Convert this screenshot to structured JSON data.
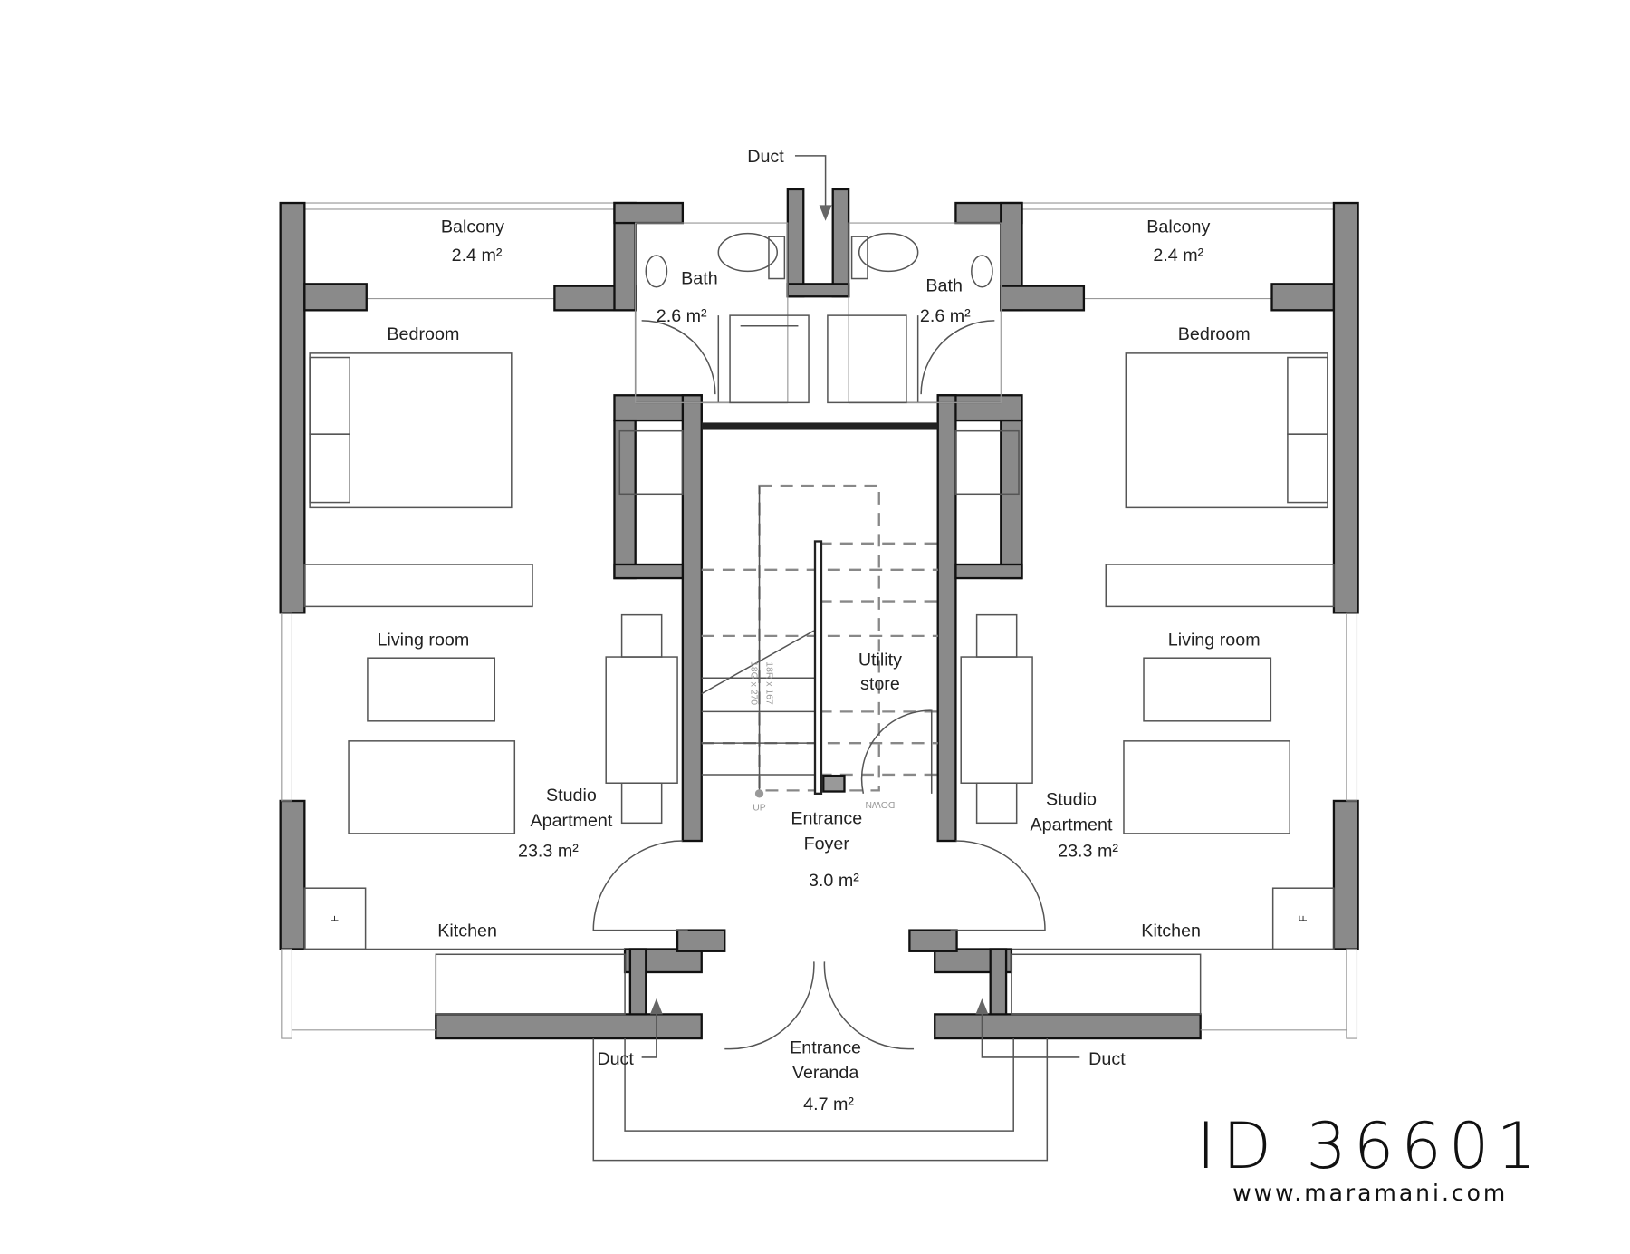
{
  "plan": {
    "rooms": {
      "duct_top": "Duct",
      "balcony_left": "Balcony",
      "balcony_left_area": "2.4 m²",
      "balcony_right": "Balcony",
      "balcony_right_area": "2.4 m²",
      "bath_left": "Bath",
      "bath_left_area": "2.6 m²",
      "bath_right": "Bath",
      "bath_right_area": "2.6 m²",
      "bedroom_left": "Bedroom",
      "bedroom_right": "Bedroom",
      "living_left": "Living room",
      "living_right": "Living room",
      "utility_1": "Utility",
      "utility_2": "store",
      "studio_left_1": "Studio",
      "studio_left_2": "Apartment",
      "studio_left_area": "23.3 m²",
      "studio_right_1": "Studio",
      "studio_right_2": "Apartment",
      "studio_right_area": "23.3 m²",
      "foyer_1": "Entrance",
      "foyer_2": "Foyer",
      "foyer_area": "3.0 m²",
      "kitchen_left": "Kitchen",
      "kitchen_right": "Kitchen",
      "duct_left": "Duct",
      "duct_right": "Duct",
      "veranda_1": "Entrance",
      "veranda_2": "Veranda",
      "veranda_area": "4.7 m²",
      "fridge_left": "F",
      "fridge_right": "F"
    },
    "stairs": {
      "risers": "18R x 167",
      "goings": "18G x 270",
      "up": "UP",
      "down": "DOWN"
    }
  },
  "branding": {
    "id": "ID 36601",
    "url": "www.maramani.com"
  }
}
